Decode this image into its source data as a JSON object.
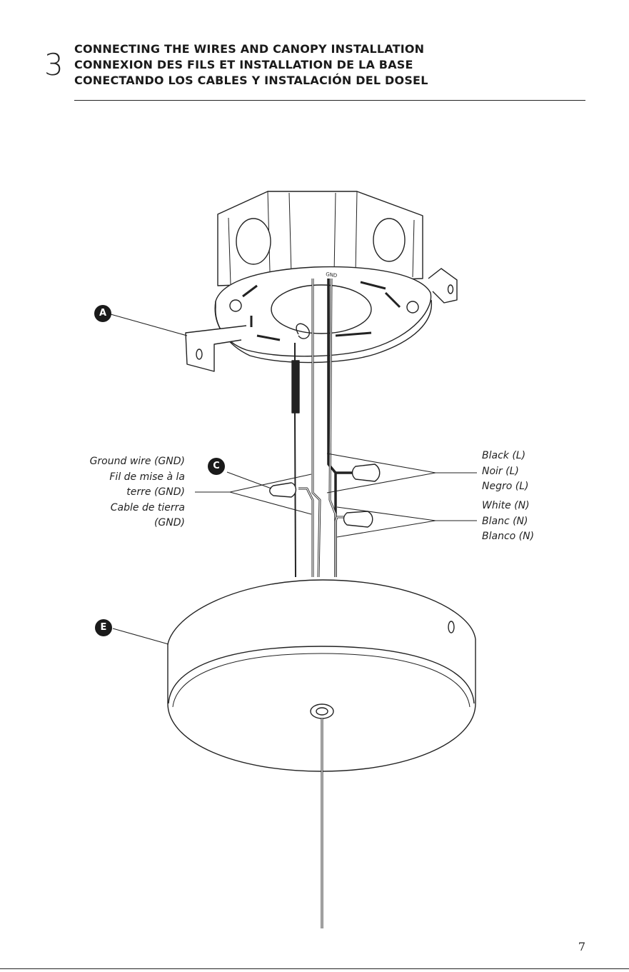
{
  "step": {
    "number": "3"
  },
  "header": {
    "titles": [
      "CONNECTING THE WIRES AND CANOPY INSTALLATION",
      "CONNEXION DES FILS ET INSTALLATION DE LA BASE",
      "CONECTANDO LOS CABLES Y INSTALACIÓN DEL DOSEL"
    ]
  },
  "callouts": {
    "a": "A",
    "c": "C",
    "e": "E"
  },
  "bracket_marking": "GND",
  "labels": {
    "ground": [
      "Ground wire (GND)",
      "Fil de mise à la",
      "terre (GND)",
      "Cable de tierra",
      "(GND)"
    ],
    "black": [
      "Black (L)",
      "Noir (L)",
      "Negro (L)"
    ],
    "white": [
      "White (N)",
      "Blanc (N)",
      "Blanco (N)"
    ]
  },
  "page_number": "7"
}
